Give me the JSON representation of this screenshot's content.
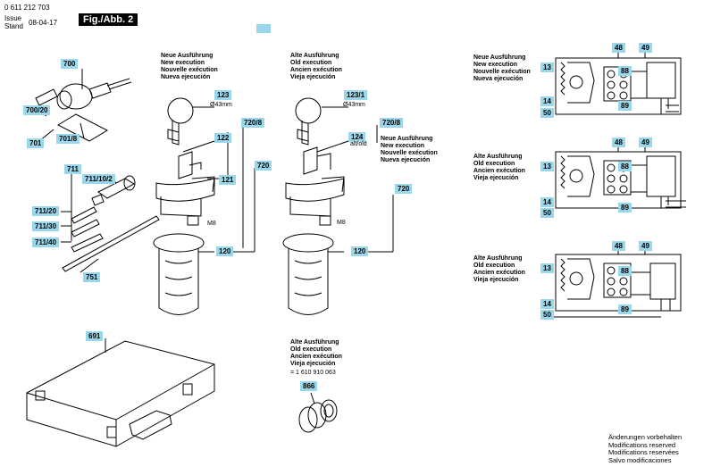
{
  "header": {
    "part_number": "0 611 212 703",
    "issue_label": "Issue",
    "stand_label": "Stand",
    "date": "08-04-17",
    "figure_label": "Fig./Abb. 2"
  },
  "new_execution_block": {
    "lines": [
      "Neue Ausführung",
      "New execution",
      "Nouvelle exécution",
      "Nueva ejecución"
    ]
  },
  "old_execution_block": {
    "lines": [
      "Alte Ausführung",
      "Old execution",
      "Ancien exécution",
      "Vieja ejecución"
    ]
  },
  "middle_new_block": {
    "lines": [
      "Neue Ausführung",
      "New execution",
      "Nouvelle exécution",
      "Nueva ejecución"
    ]
  },
  "bottom_old_block": {
    "lines": [
      "Alte Ausführung",
      "Old execution",
      "Ancien exécution",
      "Vieja ejecución"
    ],
    "code": "= 1 610 910 063"
  },
  "schematics": [
    {
      "lines": [
        "Neue Ausführung",
        "New execution",
        "Nouvelle exécution",
        "Nueva ejecución"
      ],
      "labels": {
        "top1": "48",
        "top2": "49",
        "l1": "13",
        "l2": "14",
        "l3": "50",
        "r1": "88",
        "r2": "89"
      }
    },
    {
      "lines": [
        "Alte Ausführung",
        "Old execution",
        "Ancien exécution",
        "Vieja ejecución"
      ],
      "labels": {
        "top1": "48",
        "top2": "49",
        "l1": "13",
        "l2": "14",
        "l3": "50",
        "r1": "88",
        "r2": "89"
      }
    },
    {
      "lines": [
        "Alte Ausführung",
        "Old execution",
        "Ancien exécution",
        "Vieja ejecución"
      ],
      "labels": {
        "top1": "48",
        "top2": "49",
        "l1": "13",
        "l2": "14",
        "l3": "50",
        "r1": "88",
        "r2": "89"
      }
    }
  ],
  "callouts": {
    "c700": "700",
    "c700_20": "700/20",
    "c701": "701",
    "c701_8": "701/8",
    "c711": "711",
    "c711_10_2": "711/10/2",
    "c711_20": "711/20",
    "c711_30": "711/30",
    "c711_40": "711/40",
    "c751": "751",
    "c691": "691",
    "c123": "123",
    "c122": "122",
    "c121": "121",
    "c120a": "120",
    "c720_8a": "720/8",
    "c720a": "720",
    "c123_1": "123/1",
    "c124": "124",
    "c720_8b": "720/8",
    "c720b": "720",
    "c120b": "120",
    "c866": "866"
  },
  "annotations": {
    "d43a": "Ø43mm",
    "d43b": "Ø43mm",
    "m8a": "M8",
    "m8b": "M8",
    "alt": "alt/old"
  },
  "footer": {
    "lines": [
      "Änderungen vorbehalten",
      "Modifications reserved",
      "Modifications reservées",
      "Salvo modificaciones"
    ]
  }
}
